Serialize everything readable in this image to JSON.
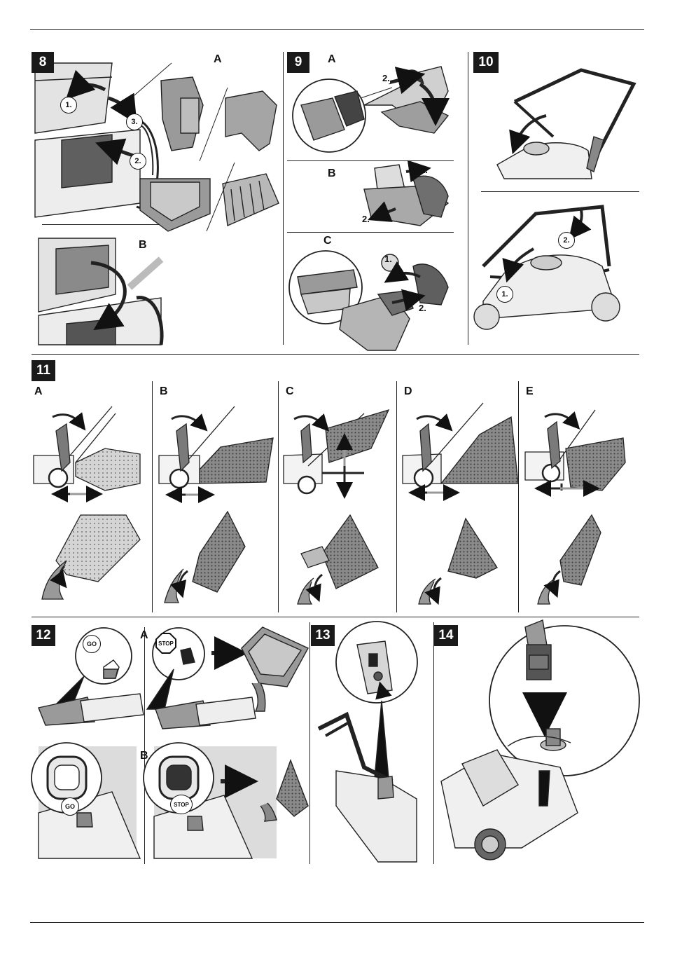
{
  "figures": {
    "fig8": {
      "number": "8",
      "panels": {
        "a": "A",
        "b": "B"
      },
      "steps": [
        "1.",
        "2.",
        "3."
      ]
    },
    "fig9": {
      "number": "9",
      "panels": {
        "a": "A",
        "b": "B",
        "c": "C"
      },
      "steps_a": [
        "1.",
        "2."
      ],
      "steps_b": [
        "1.",
        "2."
      ],
      "steps_c": [
        "1.",
        "2."
      ]
    },
    "fig10": {
      "number": "10",
      "steps": [
        "1.",
        "2."
      ]
    },
    "fig11": {
      "number": "11",
      "panels": [
        "A",
        "B",
        "C",
        "D",
        "E"
      ]
    },
    "fig12": {
      "number": "12",
      "panels": {
        "a": "A",
        "b": "B"
      },
      "go": "GO",
      "stop": "STOP"
    },
    "fig13": {
      "number": "13"
    },
    "fig14": {
      "number": "14"
    }
  }
}
